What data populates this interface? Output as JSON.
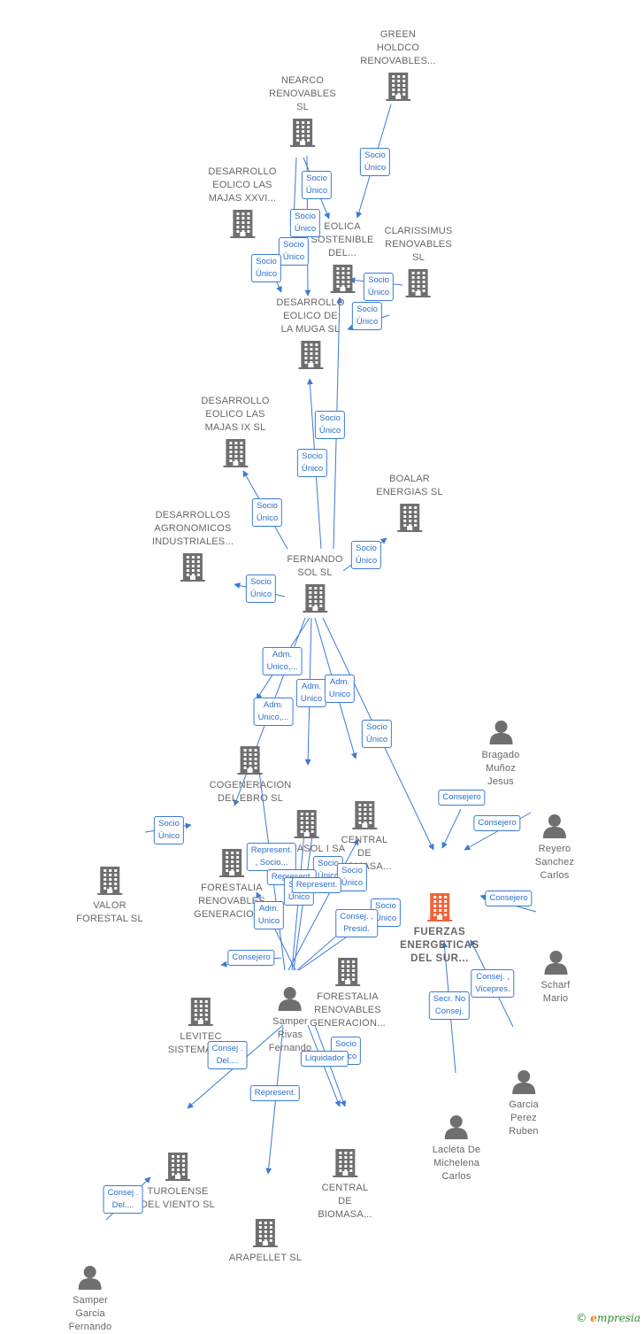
{
  "nodes": [
    {
      "id": "green",
      "type": "company",
      "label": "GREEN\nHOLDCO\nRENOVABLES..."
    },
    {
      "id": "nearco",
      "type": "company",
      "label": "NEARCO\nRENOVABLES\nSL"
    },
    {
      "id": "majas26",
      "type": "company",
      "label": "DESARROLLO\nEOLICO LAS\nMAJAS XXVI..."
    },
    {
      "id": "eolica",
      "type": "company",
      "label": "EOLICA\nSOSTENIBLE\nDEL..."
    },
    {
      "id": "clarissimus",
      "type": "company",
      "label": "CLARISSIMUS\nRENOVABLES\nSL"
    },
    {
      "id": "muga",
      "type": "company",
      "label": "DESARROLLO\nEOLICO DE\nLA MUGA SL"
    },
    {
      "id": "majas9",
      "type": "company",
      "label": "DESARROLLO\nEOLICO LAS\nMAJAS IX SL"
    },
    {
      "id": "boalar",
      "type": "company",
      "label": "BOALAR\nENERGIAS SL"
    },
    {
      "id": "agronomicos",
      "type": "company",
      "label": "DESARROLLOS\nAGRONOMICOS\nINDUSTRIALES..."
    },
    {
      "id": "fernando",
      "type": "company",
      "label": "FERNANDO\nSOL SL"
    },
    {
      "id": "cogeneracion",
      "type": "company",
      "label": "COGENERACION\nDEL EBRO SL"
    },
    {
      "id": "solmasol",
      "type": "company",
      "label": "SOLMASOL I SA"
    },
    {
      "id": "centralbio1",
      "type": "company",
      "label": "CENTRAL\nDE\nBIOMASA..."
    },
    {
      "id": "valor",
      "type": "company",
      "label": "VALOR\nFORESTAL SL"
    },
    {
      "id": "forestal1",
      "type": "company",
      "label": "FORESTALIA\nRENOVABLES\nGENERACION..."
    },
    {
      "id": "fuerzas",
      "type": "main",
      "label": "FUERZAS\nENERGETICAS\nDEL SUR..."
    },
    {
      "id": "forestal2",
      "type": "company",
      "label": "FORESTALIA\nRENOVABLES\nGENERACION..."
    },
    {
      "id": "levitec",
      "type": "company",
      "label": "LEVITEC\nSISTEMAS SL"
    },
    {
      "id": "turolense",
      "type": "company",
      "label": "TUROLENSE\nDEL VIENTO SL"
    },
    {
      "id": "arapellet",
      "type": "company",
      "label": "ARAPELLET SL"
    },
    {
      "id": "centralbio2",
      "type": "company",
      "label": "CENTRAL\nDE\nBIOMASA..."
    },
    {
      "id": "bragado",
      "type": "person",
      "label": "Bragado\nMuñoz\nJesus"
    },
    {
      "id": "reyero",
      "type": "person",
      "label": "Reyero\nSanchez\nCarlos"
    },
    {
      "id": "scharf",
      "type": "person",
      "label": "Scharf\nMario"
    },
    {
      "id": "garcia",
      "type": "person",
      "label": "Garcia\nPerez\nRuben"
    },
    {
      "id": "lacleta",
      "type": "person",
      "label": "Lacleta De\nMichelena\nCarlos"
    },
    {
      "id": "samper_rivas",
      "type": "person",
      "label": "Samper\nRivas\nFernando"
    },
    {
      "id": "samper_garcia",
      "type": "person",
      "label": "Samper\nGarcia\nFernando"
    }
  ],
  "edges": [
    {
      "id": "e1",
      "label": "Socio\nÚnico"
    },
    {
      "id": "e2",
      "label": "Socio\nÚnico"
    },
    {
      "id": "e3",
      "label": "Socio\nÚnico"
    },
    {
      "id": "e4",
      "label": "Socio\nÚnico"
    },
    {
      "id": "e5",
      "label": "Socio\nÚnico"
    },
    {
      "id": "e6",
      "label": "Socio\nÚnico"
    },
    {
      "id": "e7",
      "label": "Socio\nÚnico"
    },
    {
      "id": "e8",
      "label": "Socio\nÚnico"
    },
    {
      "id": "e9",
      "label": "Socio\nÚnico"
    },
    {
      "id": "e10",
      "label": "Socio\nÚnico"
    },
    {
      "id": "e11",
      "label": "Socio\nÚnico"
    },
    {
      "id": "e12",
      "label": "Socio\nÚnico"
    },
    {
      "id": "e13",
      "label": "Socio\nÚnico"
    },
    {
      "id": "e14",
      "label": "Adm.\nUnico,..."
    },
    {
      "id": "e15",
      "label": "Adm.\nUnico"
    },
    {
      "id": "e16",
      "label": "Adm.\nUnico"
    },
    {
      "id": "e17",
      "label": "Adm.\nUnico,..."
    },
    {
      "id": "e18",
      "label": "Socio\nÚnico"
    },
    {
      "id": "e19",
      "label": "Socio\nÚnico"
    },
    {
      "id": "e20",
      "label": "Consejero"
    },
    {
      "id": "e21",
      "label": "Consejero"
    },
    {
      "id": "e22",
      "label": "Consejero"
    },
    {
      "id": "e23",
      "label": "Represent.\n, Socio..."
    },
    {
      "id": "e24",
      "label": "Socio\nÚnico"
    },
    {
      "id": "e25",
      "label": "Represent."
    },
    {
      "id": "e26",
      "label": "Socio\nÚnico"
    },
    {
      "id": "e27",
      "label": "Represent."
    },
    {
      "id": "e28",
      "label": "Adm.\nUnico"
    },
    {
      "id": "e29",
      "label": "Socio\nÚnico"
    },
    {
      "id": "e30",
      "label": "Consej. ,\nPresid."
    },
    {
      "id": "e31",
      "label": "Consejero"
    },
    {
      "id": "e32",
      "label": "Consej. ,\nVicepres."
    },
    {
      "id": "e33",
      "label": "Secr. No\nConsej."
    },
    {
      "id": "e34",
      "label": "Consej .\nDel...."
    },
    {
      "id": "e35",
      "label": "Socio\nÚnico"
    },
    {
      "id": "e36",
      "label": "Liquidador"
    },
    {
      "id": "e37",
      "label": "Represent."
    },
    {
      "id": "e38",
      "label": "Consej .\nDel...."
    }
  ],
  "footer": {
    "copyright": "©",
    "brand_initial": "e",
    "brand_rest": "mpresia"
  },
  "colors": {
    "edge": "#3a7bd5",
    "node": "#6f6f6f",
    "main": "#f0643c"
  }
}
